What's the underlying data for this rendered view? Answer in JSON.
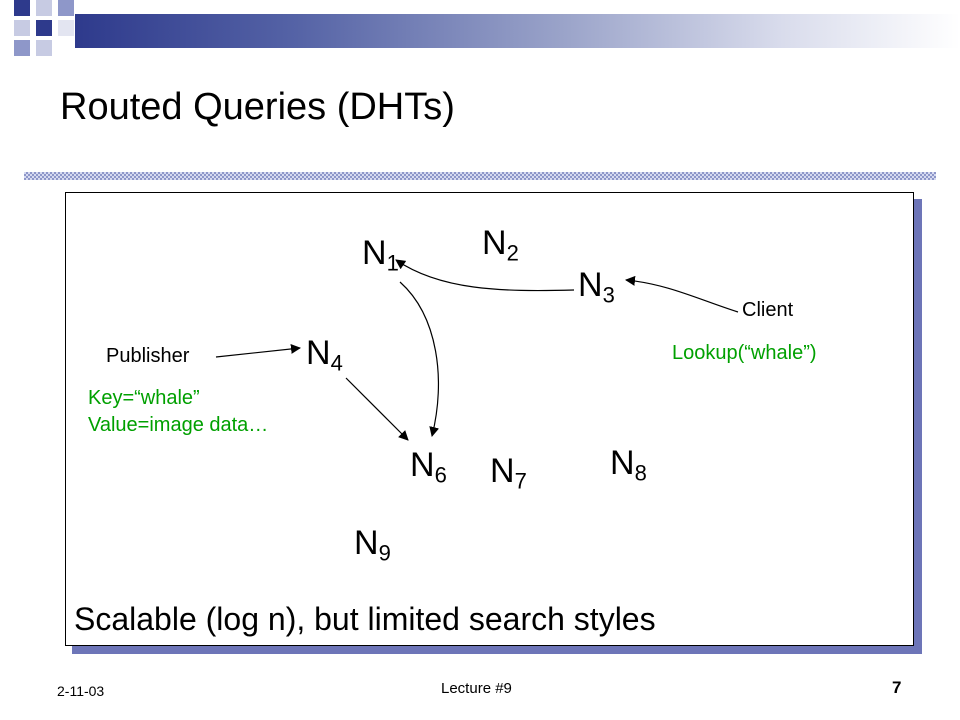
{
  "slide": {
    "title": "Routed Queries (DHTs)",
    "caption": "Scalable (log n), but limited search styles",
    "footer": {
      "date": "2-11-03",
      "lecture": "Lecture #9",
      "page": "7"
    }
  },
  "nodes": [
    {
      "id": "n1",
      "base": "N",
      "sub": "1"
    },
    {
      "id": "n2",
      "base": "N",
      "sub": "2"
    },
    {
      "id": "n3",
      "base": "N",
      "sub": "3"
    },
    {
      "id": "n4",
      "base": "N",
      "sub": "4"
    },
    {
      "id": "n6",
      "base": "N",
      "sub": "6"
    },
    {
      "id": "n7",
      "base": "N",
      "sub": "7"
    },
    {
      "id": "n8",
      "base": "N",
      "sub": "8"
    },
    {
      "id": "n9",
      "base": "N",
      "sub": "9"
    }
  ],
  "labels": {
    "publisher": "Publisher",
    "client": "Client",
    "key": "Key=“whale”",
    "value": "Value=image data…",
    "lookup": "Lookup(“whale”)"
  },
  "colors": {
    "accent": "#2e3a8c",
    "shadow": "#6d75b8",
    "green": "#00a000"
  }
}
